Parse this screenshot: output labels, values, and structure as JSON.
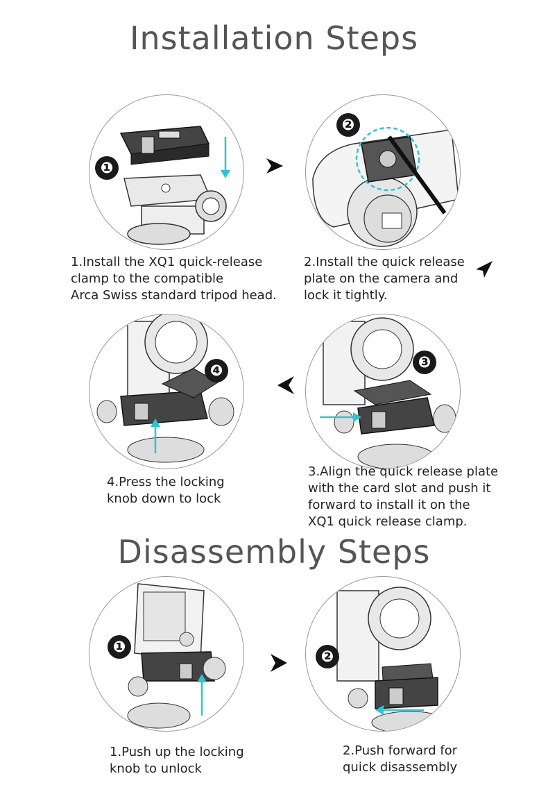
{
  "install_title": "Installation Steps",
  "disassembly_title": "Disassembly Steps",
  "accent_color": "#2ec4d6",
  "install_steps": [
    {
      "badge": "❶",
      "lines": [
        "1.Install the XQ1 quick-release",
        "clamp to the compatible",
        "Arca Swiss standard tripod head."
      ]
    },
    {
      "badge": "❷",
      "lines": [
        "2.Install the quick release",
        "plate on the camera and",
        "lock it tightly."
      ]
    },
    {
      "badge": "❸",
      "lines": [
        "3.Align the quick release plate",
        "with the card slot and push it",
        "forward to install it on the",
        "XQ1 quick release clamp."
      ]
    },
    {
      "badge": "❹",
      "lines": [
        "4.Press the locking",
        "knob down to lock"
      ]
    }
  ],
  "disassembly_steps": [
    {
      "badge": "❶",
      "lines": [
        "1.Push up the locking",
        "knob to unlock"
      ]
    },
    {
      "badge": "❷",
      "lines": [
        "2.Push forward for",
        "quick disassembly"
      ]
    }
  ],
  "icons": [
    "arrow-right-icon",
    "arrow-left-icon",
    "arrow-down-left-icon"
  ]
}
